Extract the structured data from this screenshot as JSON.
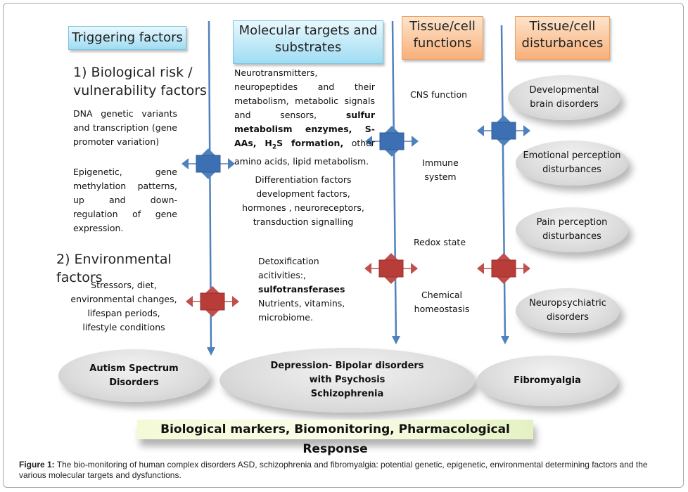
{
  "columns": {
    "triggering": {
      "header": "Triggering factors",
      "biological_title_1": "1) Biological risk /",
      "biological_title_2": "vulnerability factors",
      "dna_text": "DNA genetic variants and transcription (gene promoter variation)",
      "epigenetic_text": "Epigenetic, gene methylation patterns, up and down-regulation of gene expression.",
      "environmental_title": "2) Environmental factors",
      "environmental_lines": [
        "Stressors, diet,",
        "environmental changes,",
        "lifespan periods,",
        "lifestyle conditions"
      ]
    },
    "molecular": {
      "header_1": "Molecular targets and",
      "header_2": "substrates",
      "block1_a": "Neurotransmitters, neuropeptides and their metabolism, metabolic signals and sensors, ",
      "block1_bold1": "sulfur metabolism enzymes, S-AAs, H",
      "block1_sub": "2",
      "block1_bold2": "S formation,",
      "block1_b": " other amino acids, lipid metabolism.",
      "block2_lines": [
        "Differentiation factors",
        "development factors,",
        "hormones , neuroreceptors,",
        "transduction signalling"
      ],
      "block3_line1": "Detoxification",
      "block3_line2": "acitivities:,",
      "block3_bold": "sulfotransferases",
      "block3_line4": "Nutrients, vitamins,",
      "block3_line5": "microbiome."
    },
    "functions": {
      "header_1": "Tissue/cell",
      "header_2": "functions",
      "items": [
        "CNS function",
        "Immune system",
        "Redox state",
        "Chemical homeostasis"
      ]
    },
    "disturbances": {
      "header_1": "Tissue/cell",
      "header_2": "disturbances",
      "items": [
        "Developmental brain disorders",
        "Emotional perception disturbances",
        "Pain perception disturbances",
        "Neuropsychiatric disorders"
      ]
    }
  },
  "outcomes": {
    "asd_1": "Autism Spectrum",
    "asd_2": "Disorders",
    "dep_1": "Depression- Bipolar disorders",
    "dep_2": "with Psychosis",
    "dep_3": "Schizophrenia",
    "fibro": "Fibromyalgia"
  },
  "banner": "Biological markers, Biomonitoring, Pharmacological Response",
  "caption": {
    "label": "Figure 1:",
    "text": " The bio-monitoring of human complex disorders ASD, schizophrenia and fibromyalgia: potential genetic, epigenetic, environmental determining factors and the various molecular targets and dysfunctions."
  },
  "colors": {
    "arrow_blue": "#4f81bd",
    "arrow_red": "#c0504d",
    "header_blue": "#9fdcf3",
    "header_orange": "#f8b07a",
    "banner_green": "#f4f9d6"
  }
}
